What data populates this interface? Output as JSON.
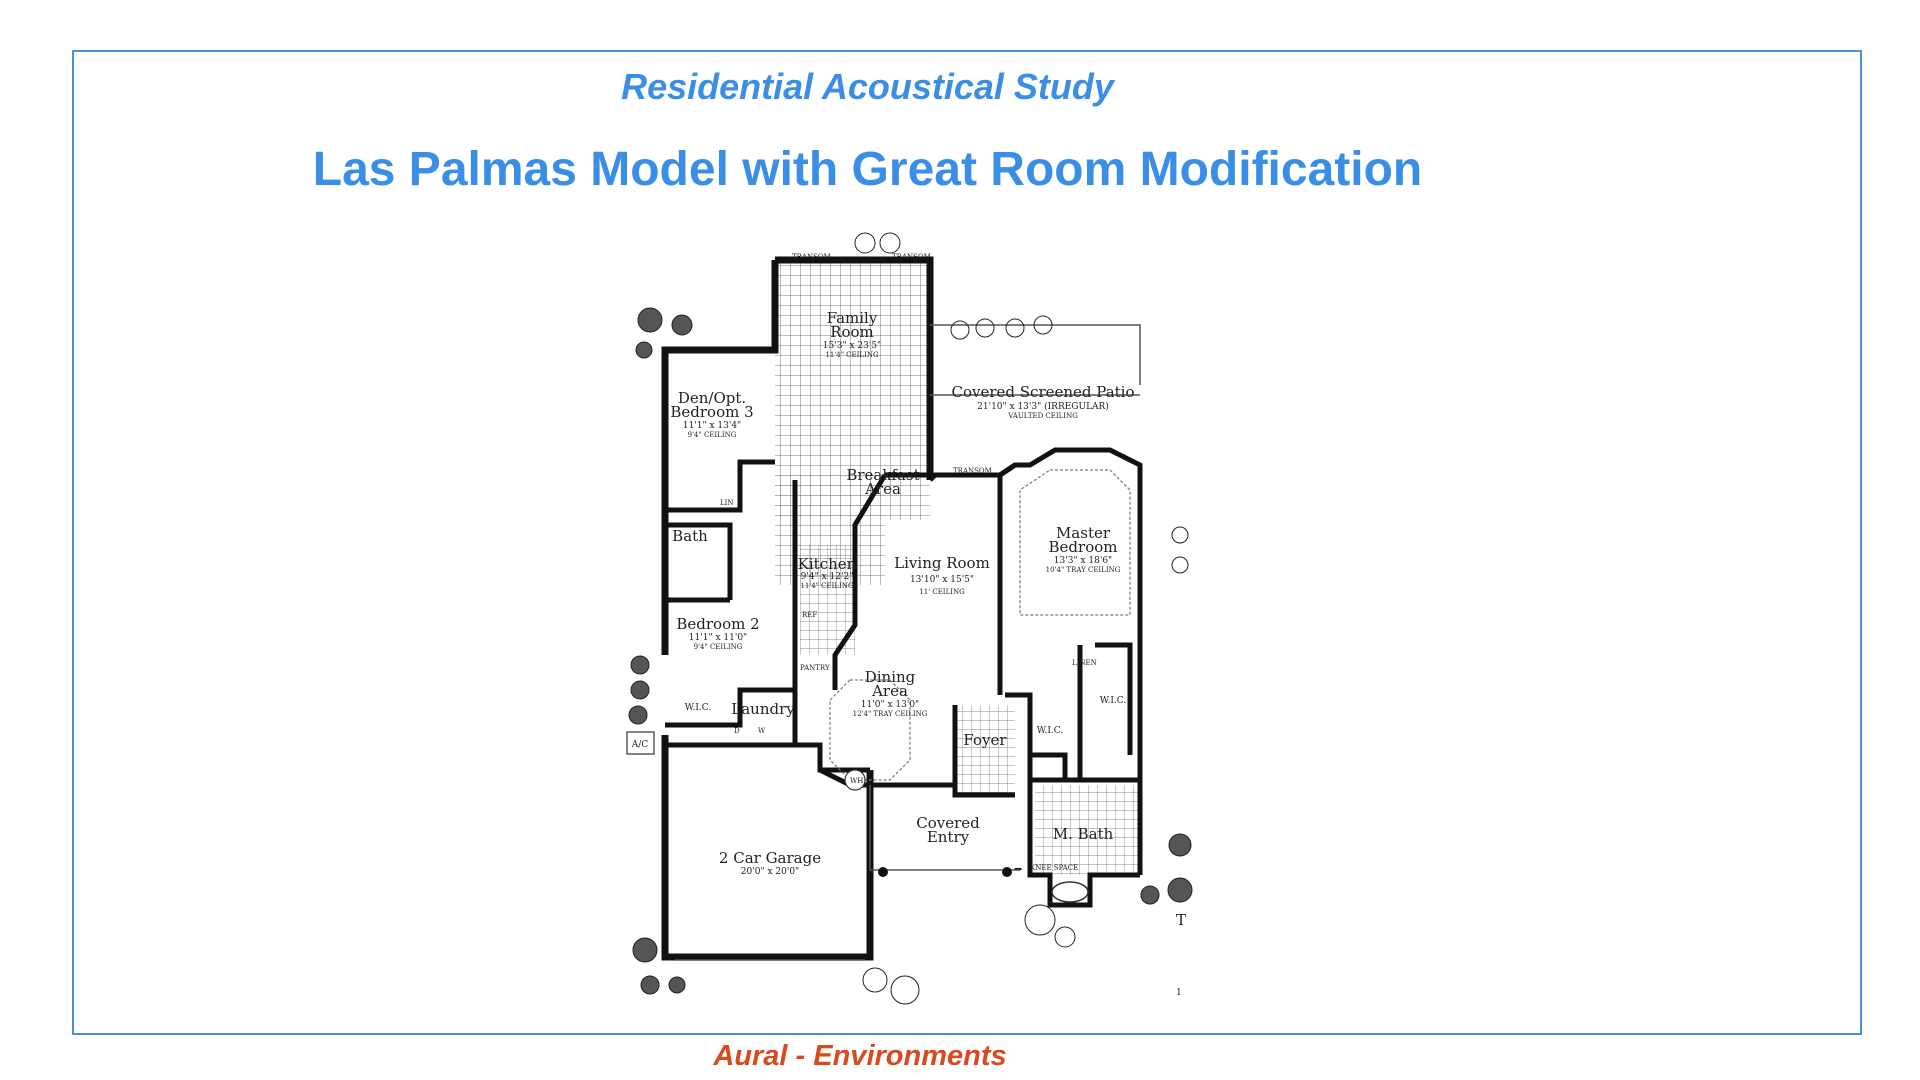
{
  "header": {
    "subtitle": "Residential Acoustical Study",
    "title": "Las Palmas Model with Great Room Modification"
  },
  "footer": {
    "text": "Aural - Environments"
  },
  "plan": {
    "rooms": {
      "family": {
        "name1": "Family",
        "name2": "Room",
        "dim": "15'3\" x 23'5\"",
        "ceil": "11'4\" CEILING"
      },
      "den": {
        "name1": "Den/Opt.",
        "name2": "Bedroom 3",
        "dim": "11'1\" x 13'4\"",
        "ceil": "9'4\" CEILING"
      },
      "patio": {
        "name": "Covered Screened Patio",
        "dim": "21'10\" x 13'3\" (IRREGULAR)",
        "ceil": "VAULTED CEILING"
      },
      "breakfast": {
        "name1": "Breakfast",
        "name2": "Area"
      },
      "master": {
        "name1": "Master",
        "name2": "Bedroom",
        "dim": "13'3\" x 18'6\"",
        "ceil": "10'4\" TRAY CEILING"
      },
      "bath": {
        "name": "Bath"
      },
      "kitchen": {
        "name": "Kitchen",
        "dim": "9'4\" x 12'2\"",
        "ceil": "11'4\" CEILING"
      },
      "living": {
        "name": "Living Room",
        "dim": "13'10\" x 15'5\"",
        "ceil": "11' CEILING"
      },
      "bedroom2": {
        "name": "Bedroom 2",
        "dim": "11'1\" x 11'0\"",
        "ceil": "9'4\" CEILING"
      },
      "dining": {
        "name1": "Dining",
        "name2": "Area",
        "dim": "11'0\" x 13'0\"",
        "ceil": "12'4\" TRAY CEILING"
      },
      "wic1": {
        "name": "W.I.C."
      },
      "laundry": {
        "name": "Laundry"
      },
      "foyer": {
        "name": "Foyer"
      },
      "wic2": {
        "name": "W.I.C."
      },
      "wic3": {
        "name": "W.I.C."
      },
      "entry": {
        "name1": "Covered",
        "name2": "Entry"
      },
      "mbath": {
        "name": "M. Bath"
      },
      "garage": {
        "name": "2 Car Garage",
        "dim": "20'0\" x 20'0\""
      }
    },
    "tags": {
      "ac": "A/C",
      "transom": "TRANSOM",
      "lin": "LIN",
      "linen": "LINEN",
      "pantry": "PANTRY",
      "ref": "REF",
      "wh": "WH",
      "d": "D",
      "w": "W",
      "knee": "KNEE SPACE",
      "stray1": "T",
      "stray2": "1"
    }
  }
}
